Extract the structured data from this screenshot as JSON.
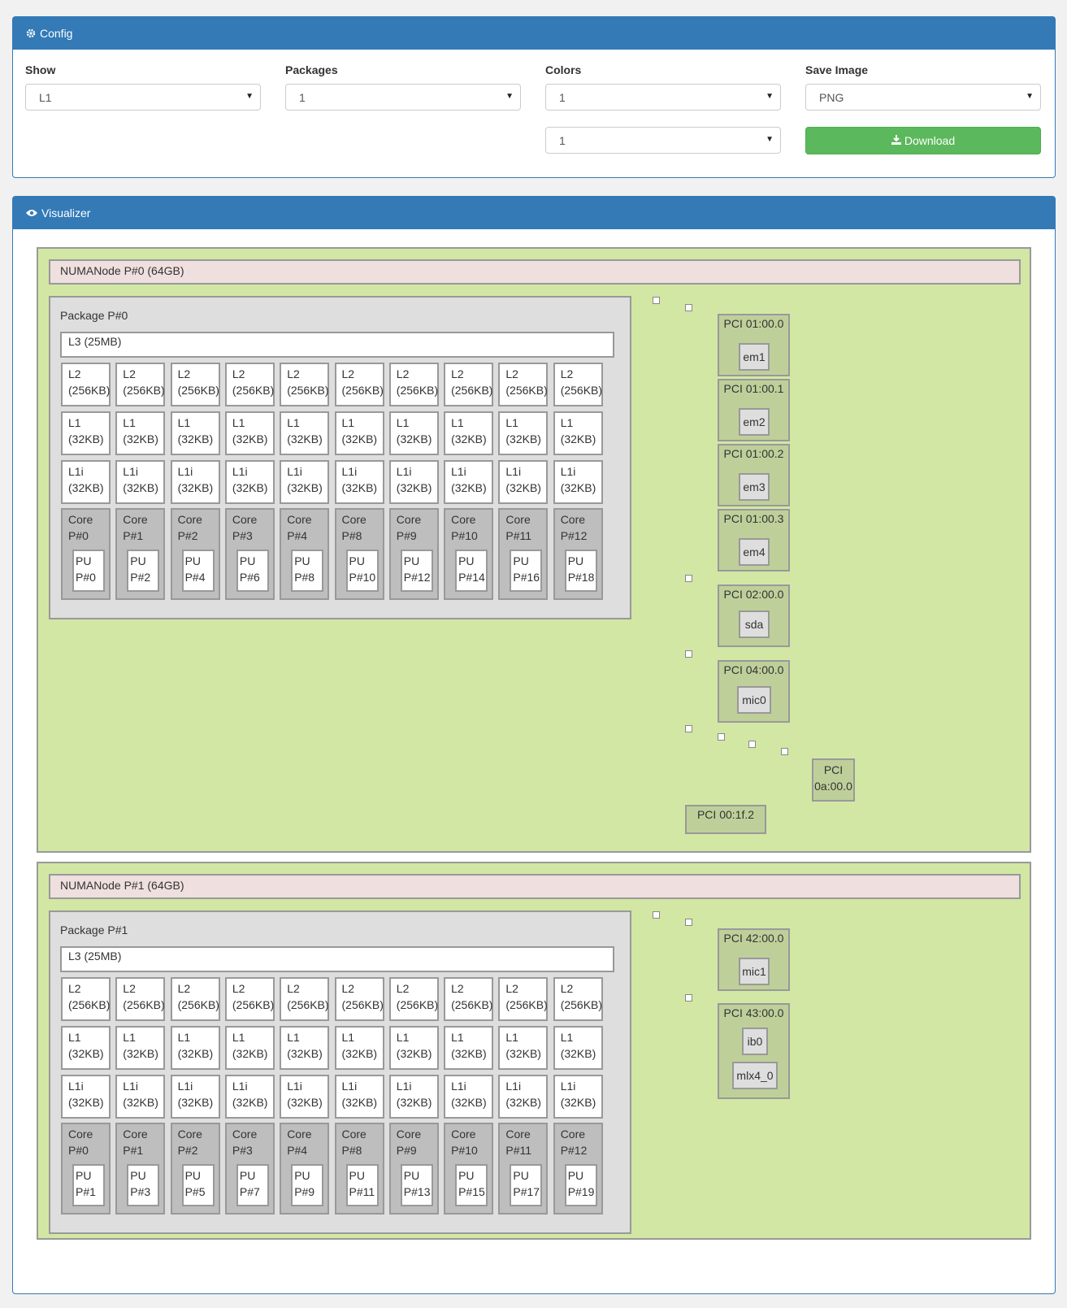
{
  "config": {
    "heading": "Config",
    "fields": {
      "show": {
        "label": "Show",
        "value": "L1"
      },
      "packages": {
        "label": "Packages",
        "value": "1"
      },
      "colors": {
        "label": "Colors",
        "value": "1",
        "value2": "1"
      },
      "save_image": {
        "label": "Save Image",
        "value": "PNG"
      }
    },
    "download_label": "Download"
  },
  "visualizer": {
    "heading": "Visualizer",
    "numa_nodes": [
      {
        "label": "NUMANode P#0 (64GB)",
        "package": {
          "label": "Package P#0",
          "l3": "L3 (25MB)",
          "l2": "L2\n(256KB)",
          "l1": "L1\n(32KB)",
          "l1i": "L1i\n(32KB)",
          "cores": [
            {
              "core": "Core\nP#0",
              "pu": "PU\nP#0"
            },
            {
              "core": "Core\nP#1",
              "pu": "PU\nP#2"
            },
            {
              "core": "Core\nP#2",
              "pu": "PU\nP#4"
            },
            {
              "core": "Core\nP#3",
              "pu": "PU\nP#6"
            },
            {
              "core": "Core\nP#4",
              "pu": "PU\nP#8"
            },
            {
              "core": "Core\nP#8",
              "pu": "PU\nP#10"
            },
            {
              "core": "Core\nP#9",
              "pu": "PU\nP#12"
            },
            {
              "core": "Core\nP#10",
              "pu": "PU\nP#14"
            },
            {
              "core": "Core\nP#11",
              "pu": "PU\nP#16"
            },
            {
              "core": "Core\nP#12",
              "pu": "PU\nP#18"
            }
          ]
        },
        "pci_devices": [
          {
            "label": "PCI 01:00.0",
            "os": [
              "em1"
            ]
          },
          {
            "label": "PCI 01:00.1",
            "os": [
              "em2"
            ]
          },
          {
            "label": "PCI 01:00.2",
            "os": [
              "em3"
            ]
          },
          {
            "label": "PCI 01:00.3",
            "os": [
              "em4"
            ]
          },
          {
            "label": "PCI 02:00.0",
            "os": [
              "sda"
            ]
          },
          {
            "label": "PCI 04:00.0",
            "os": [
              "mic0"
            ]
          },
          {
            "label": "PCI\n0a:00.0",
            "os": []
          },
          {
            "label": "PCI 00:1f.2",
            "os": []
          }
        ]
      },
      {
        "label": "NUMANode P#1 (64GB)",
        "package": {
          "label": "Package P#1",
          "l3": "L3 (25MB)",
          "l2": "L2\n(256KB)",
          "l1": "L1\n(32KB)",
          "l1i": "L1i\n(32KB)",
          "cores": [
            {
              "core": "Core\nP#0",
              "pu": "PU\nP#1"
            },
            {
              "core": "Core\nP#1",
              "pu": "PU\nP#3"
            },
            {
              "core": "Core\nP#2",
              "pu": "PU\nP#5"
            },
            {
              "core": "Core\nP#3",
              "pu": "PU\nP#7"
            },
            {
              "core": "Core\nP#4",
              "pu": "PU\nP#9"
            },
            {
              "core": "Core\nP#8",
              "pu": "PU\nP#11"
            },
            {
              "core": "Core\nP#9",
              "pu": "PU\nP#13"
            },
            {
              "core": "Core\nP#10",
              "pu": "PU\nP#15"
            },
            {
              "core": "Core\nP#11",
              "pu": "PU\nP#17"
            },
            {
              "core": "Core\nP#12",
              "pu": "PU\nP#19"
            }
          ]
        },
        "pci_devices": [
          {
            "label": "PCI 42:00.0",
            "os": [
              "mic1"
            ]
          },
          {
            "label": "PCI 43:00.0",
            "os": [
              "ib0",
              "mlx4_0"
            ]
          }
        ]
      }
    ]
  }
}
